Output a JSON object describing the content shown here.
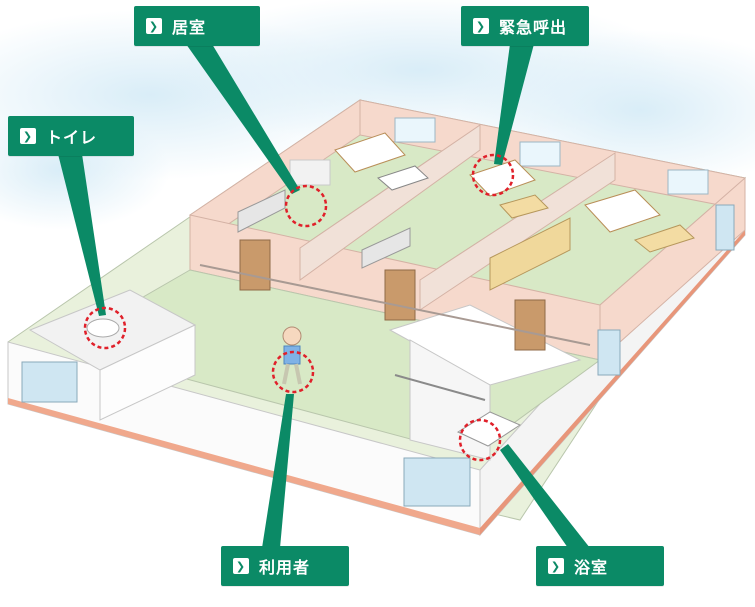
{
  "labels": {
    "kyoshitsu": "居室",
    "kinkyu": "緊急呼出",
    "toilet": "トイレ",
    "riyosha": "利用者",
    "yokushitsu": "浴室"
  },
  "icons": {
    "callout_arrow": "chevron-right-icon"
  },
  "colors": {
    "callout": "#0b8a66",
    "marker": "#e0202a",
    "floor": "#d8e9c6",
    "wall_pink": "#f6d9cc",
    "wall_white": "#fbfbfb",
    "sky": "#cfe8f5"
  }
}
